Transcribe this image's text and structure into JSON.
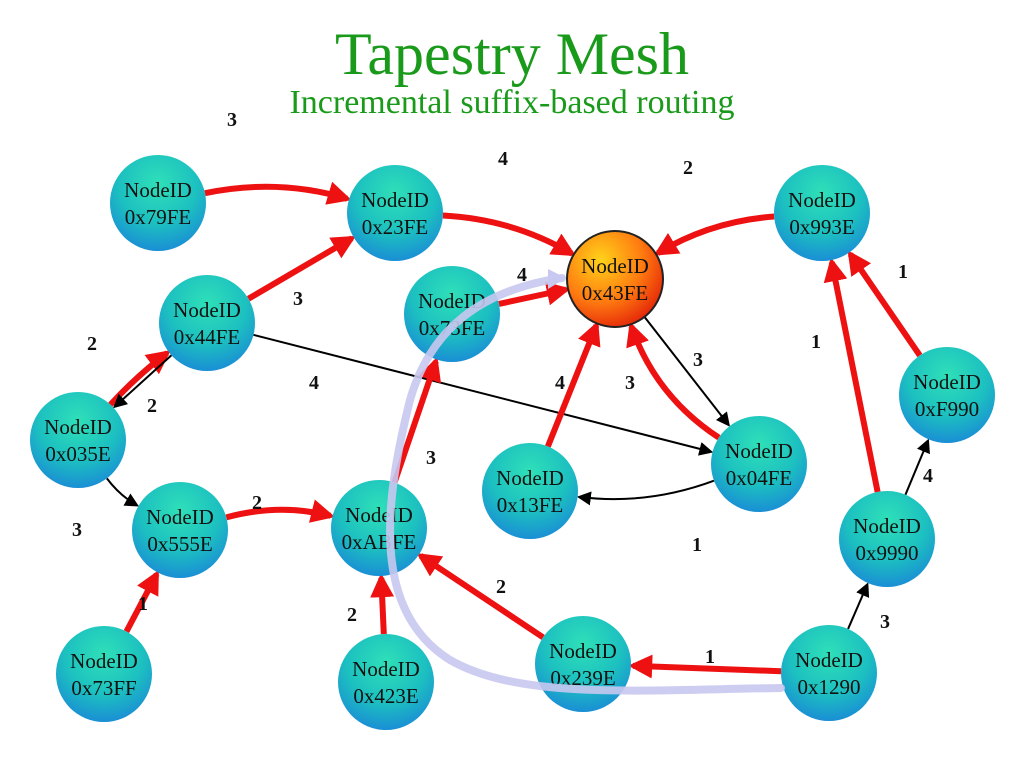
{
  "title": "Tapestry Mesh",
  "subtitle": "Incremental suffix-based routing",
  "colors": {
    "title": "#1a9a1a",
    "route_edge": "#ee1111",
    "link_edge": "#000000",
    "overlay_path": "#c8c8f0",
    "node_top": "#26d6b0",
    "node_bottom": "#1a8cd8",
    "target_top": "#ffd21a",
    "target_bottom": "#e8200a"
  },
  "node_prefix": "NodeID",
  "nodes": [
    {
      "id": "0x79FE"
    },
    {
      "id": "0x23FE"
    },
    {
      "id": "0x993E"
    },
    {
      "id": "0x43FE",
      "target": true
    },
    {
      "id": "0x44FE"
    },
    {
      "id": "0x73FE"
    },
    {
      "id": "0xF990"
    },
    {
      "id": "0x035E"
    },
    {
      "id": "0x04FE"
    },
    {
      "id": "0x13FE"
    },
    {
      "id": "0x555E"
    },
    {
      "id": "0xABFE"
    },
    {
      "id": "0x9990"
    },
    {
      "id": "0x239E"
    },
    {
      "id": "0x1290"
    },
    {
      "id": "0x73FF"
    },
    {
      "id": "0x423E"
    }
  ],
  "edges": [
    {
      "from": "0x79FE",
      "to": "0x23FE",
      "level": "3",
      "kind": "route"
    },
    {
      "from": "0x23FE",
      "to": "0x43FE",
      "level": "4",
      "kind": "route"
    },
    {
      "from": "0x993E",
      "to": "0x43FE",
      "level": "2",
      "kind": "route"
    },
    {
      "from": "0x44FE",
      "to": "0x23FE",
      "level": "3",
      "kind": "route"
    },
    {
      "from": "0x73FE",
      "to": "0x43FE",
      "level": "4",
      "kind": "route"
    },
    {
      "from": "0xF990",
      "to": "0x993E",
      "level": "1",
      "kind": "route"
    },
    {
      "from": "0x9990",
      "to": "0x993E",
      "level": "1",
      "kind": "route"
    },
    {
      "from": "0x035E",
      "to": "0x44FE",
      "level": "2",
      "kind": "route"
    },
    {
      "from": "0x44FE",
      "to": "0x035E",
      "level": "2",
      "kind": "link"
    },
    {
      "from": "0x44FE",
      "to": "0x04FE",
      "level": "4",
      "kind": "link"
    },
    {
      "from": "0x43FE",
      "to": "0x04FE",
      "level": "3",
      "kind": "link"
    },
    {
      "from": "0x04FE",
      "to": "0x43FE",
      "level": "3",
      "kind": "route"
    },
    {
      "from": "0x13FE",
      "to": "0x43FE",
      "level": "4",
      "kind": "route"
    },
    {
      "from": "0x04FE",
      "to": "0x13FE",
      "level": "1",
      "kind": "link"
    },
    {
      "from": "0xABFE",
      "to": "0x73FE",
      "level": "3",
      "kind": "route"
    },
    {
      "from": "0x035E",
      "to": "0x555E",
      "level": "3",
      "kind": "link"
    },
    {
      "from": "0x555E",
      "to": "0xABFE",
      "level": "2",
      "kind": "route"
    },
    {
      "from": "0x73FF",
      "to": "0x555E",
      "level": "1",
      "kind": "route"
    },
    {
      "from": "0x423E",
      "to": "0xABFE",
      "level": "2",
      "kind": "route"
    },
    {
      "from": "0x239E",
      "to": "0xABFE",
      "level": "2",
      "kind": "route"
    },
    {
      "from": "0x1290",
      "to": "0x239E",
      "level": "1",
      "kind": "route"
    },
    {
      "from": "0x1290",
      "to": "0x9990",
      "level": "3",
      "kind": "link"
    },
    {
      "from": "0x9990",
      "to": "0xF990",
      "level": "4",
      "kind": "link"
    }
  ],
  "overlay_path": {
    "from": "0x1290",
    "to": "0x43FE"
  }
}
